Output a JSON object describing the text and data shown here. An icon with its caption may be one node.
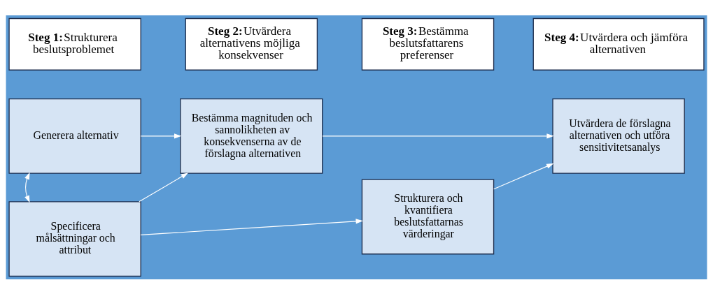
{
  "diagram": {
    "nodes": [
      {
        "text": [
          "Steg 1:",
          "Strukturera beslutsproblemet"
        ]
      },
      {
        "text": [
          "Steg 2:",
          "Utvärdera alternativens möjliga konsekvenser"
        ]
      },
      {
        "text": [
          "Steg 3:",
          "Bestämma beslutsfattarens preferenser"
        ]
      },
      {
        "text": [
          "Steg 4:",
          "Utvärdera och jämföra alternativen"
        ]
      },
      {
        "text": [
          "Generera alternativ"
        ]
      },
      {
        "text": [
          "Bestämma magnituden och sannolikheten av konsekvenserna av de förslagna alternativen"
        ]
      },
      {
        "text": [
          "Specificera målsättningar och attribut"
        ]
      },
      {
        "text": [
          "Strukturera och kvantifiera beslutsfattarnas värderingar"
        ]
      },
      {
        "text": [
          "Utvärdera de förslagna alternativen och utföra sensitivitetsanalys"
        ]
      }
    ],
    "edges": [
      {
        "from": 4,
        "to": 5,
        "arrow": "to"
      },
      {
        "from": 4,
        "to": 6,
        "arrow": "both"
      },
      {
        "from": 6,
        "to": 5,
        "arrow": "to"
      },
      {
        "from": 6,
        "to": 7,
        "arrow": "to"
      },
      {
        "from": 5,
        "to": 8,
        "arrow": "to"
      },
      {
        "from": 7,
        "to": 8,
        "arrow": "to"
      }
    ]
  }
}
